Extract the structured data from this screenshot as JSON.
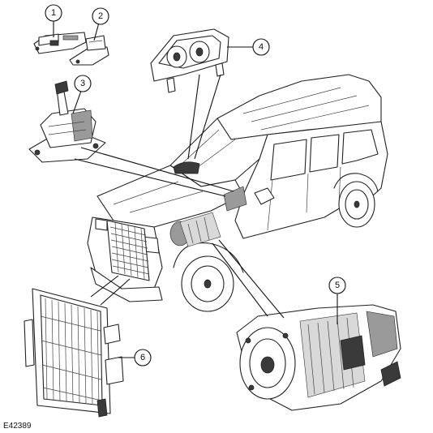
{
  "figure_reference": "E42389",
  "callouts": [
    {
      "label": "1"
    },
    {
      "label": "2"
    },
    {
      "label": "3"
    },
    {
      "label": "4"
    },
    {
      "label": "5"
    },
    {
      "label": "6"
    }
  ],
  "colors": {
    "line": "#222222",
    "background": "#ffffff",
    "shading_dark": "#3a3a3a",
    "shading_mid": "#9a9a9a"
  }
}
